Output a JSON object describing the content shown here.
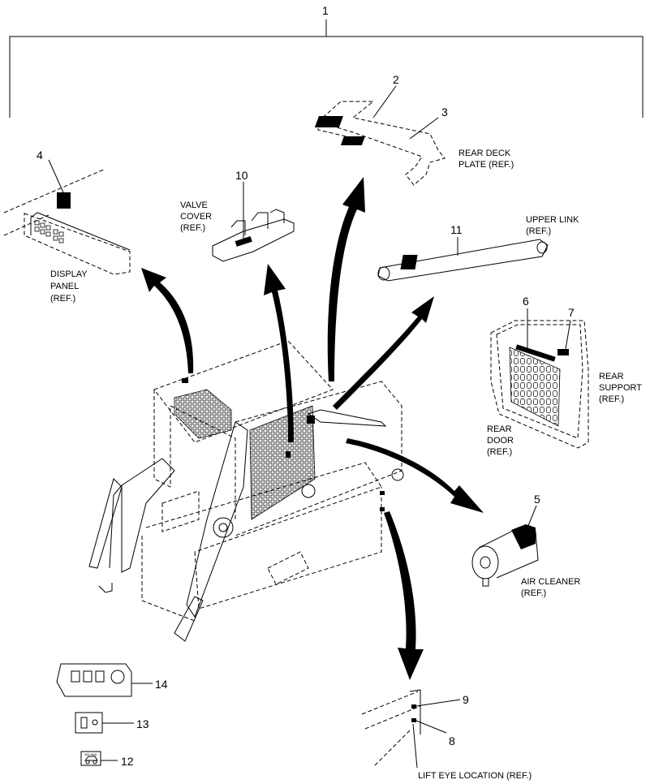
{
  "callouts": {
    "c1": "1",
    "c2": "2",
    "c3": "3",
    "c4": "4",
    "c5": "5",
    "c6": "6",
    "c7": "7",
    "c8": "8",
    "c9": "9",
    "c10": "10",
    "c11": "11",
    "c12": "12",
    "c13": "13",
    "c14": "14"
  },
  "labels": {
    "rear_deck": [
      "REAR DECK",
      "PLATE (REF.)"
    ],
    "valve_cover": [
      "VALVE",
      "COVER",
      "(REF.)"
    ],
    "display_panel": [
      "DISPLAY",
      "PANEL",
      "(REF.)"
    ],
    "upper_link": [
      "UPPER LINK",
      "(REF.)"
    ],
    "rear_support": [
      "REAR",
      "SUPPORT",
      "(REF.)"
    ],
    "rear_door": [
      "REAR",
      "DOOR",
      "(REF.)"
    ],
    "air_cleaner": [
      "AIR CLEANER",
      "(REF.)"
    ],
    "lift_eye": "LIFT EYE LOCATION (REF.)"
  },
  "decal_12_text": "BIG MAN"
}
